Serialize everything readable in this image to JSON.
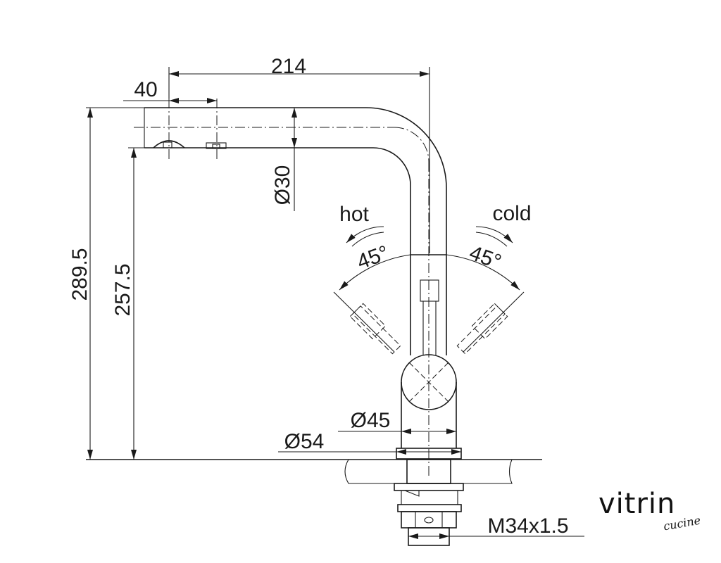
{
  "dimensions": {
    "spout_reach": "214",
    "aerator_offset": "40",
    "total_height": "289.5",
    "outlet_height": "257.5",
    "spout_diameter": "Ø30",
    "body_diameter": "Ø45",
    "base_diameter": "Ø54",
    "thread": "M34x1.5"
  },
  "lever": {
    "hot_label": "hot",
    "cold_label": "cold",
    "hot_angle": "45°",
    "cold_angle": "45°"
  },
  "logo": {
    "brand": "vitrin",
    "sub": "cucine"
  }
}
